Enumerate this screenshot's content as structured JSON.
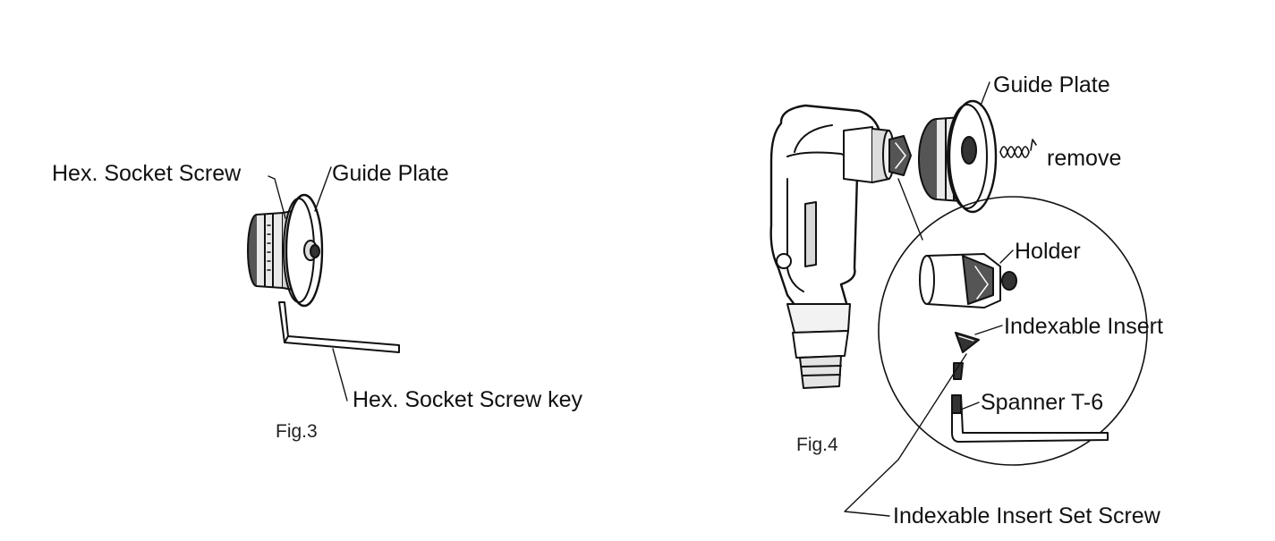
{
  "fig3": {
    "label_hex_socket_screw": "Hex. Socket Screw",
    "label_guide_plate": "Guide Plate",
    "label_hex_socket_screw_key": "Hex. Socket Screw key",
    "caption": "Fig.3"
  },
  "fig4": {
    "label_guide_plate": "Guide Plate",
    "label_remove": "remove",
    "label_holder": "Holder",
    "label_indexable_insert": "Indexable Insert",
    "label_spanner": "Spanner T-6",
    "label_set_screw": "Indexable Insert Set Screw",
    "caption": "Fig.4"
  }
}
